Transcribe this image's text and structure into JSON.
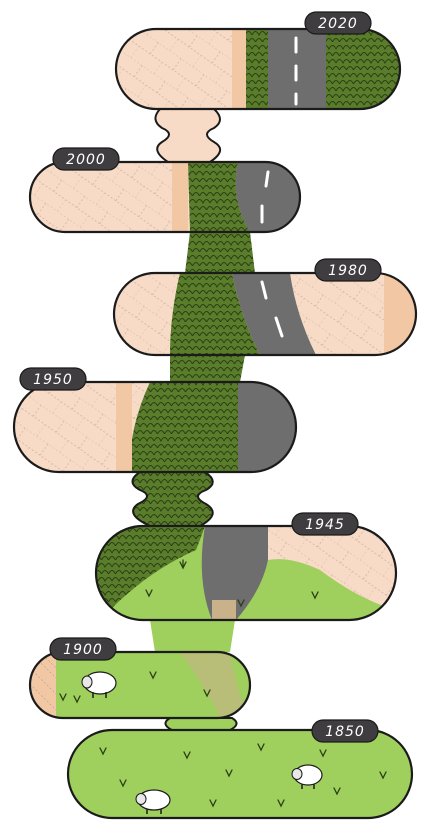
{
  "timeline": {
    "years": [
      {
        "label": "2020",
        "scene": "road-through-forest"
      },
      {
        "label": "2000",
        "scene": "road-through-forest"
      },
      {
        "label": "1980",
        "scene": "road-through-forest"
      },
      {
        "label": "1950",
        "scene": "forest-and-road"
      },
      {
        "label": "1945",
        "scene": "forest-meadow-dirt-road"
      },
      {
        "label": "1900",
        "scene": "meadow-with-sheep"
      },
      {
        "label": "1850",
        "scene": "meadow-with-sheep"
      }
    ]
  },
  "palette": {
    "peach": "#f7dbc6",
    "peach_dark": "#f2c8a4",
    "forest": "#5a7d2c",
    "forest_dark": "#3f5d1e",
    "meadow": "#9fcf5c",
    "road": "#6e6e6e",
    "outline": "#1b1b1b",
    "tag": "#3f3d3f"
  },
  "icons": [
    "sheep-icon",
    "grass-tuft-icon",
    "road-dash-icon"
  ]
}
